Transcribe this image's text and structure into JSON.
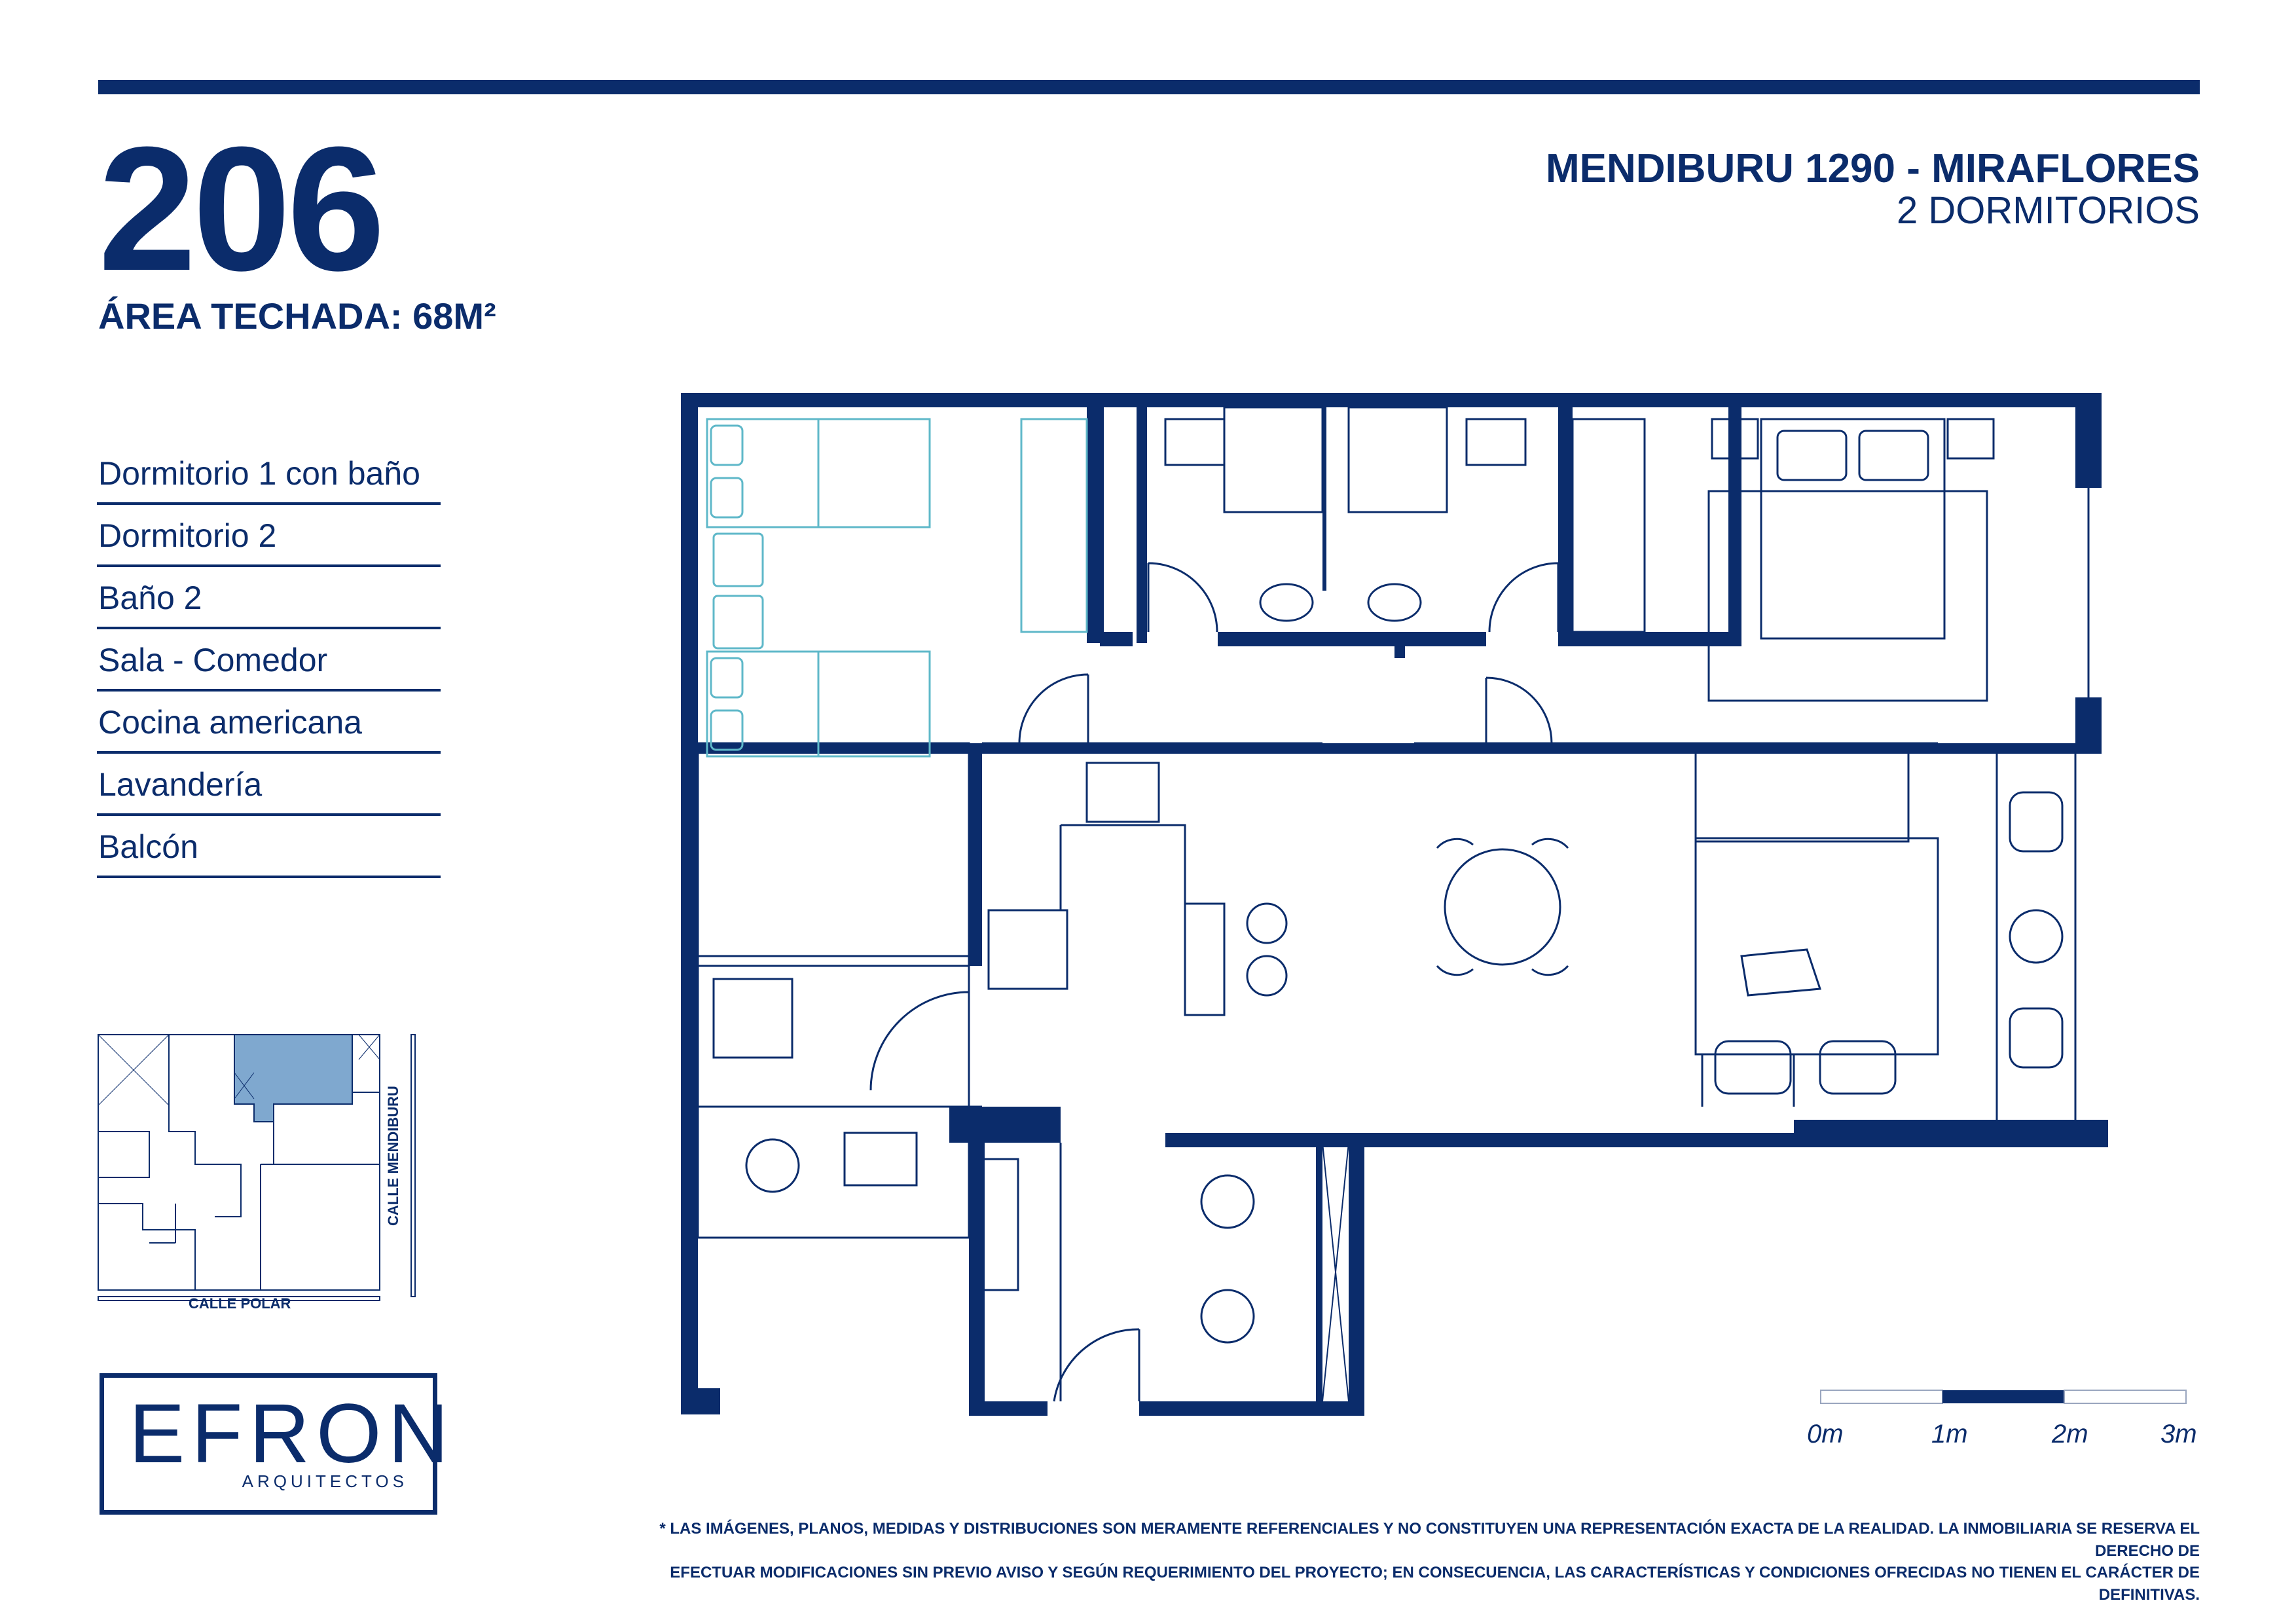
{
  "header": {
    "unit_number": "206",
    "area_label": "ÁREA TECHADA: 68M²",
    "project_address": "MENDIBURU 1290 - MIRAFLORES",
    "project_type": "2 DORMITORIOS"
  },
  "rooms": [
    "Dormitorio 1 con baño",
    "Dormitorio 2",
    "Baño 2",
    "Sala - Comedor",
    "Cocina americana",
    "Lavandería",
    "Balcón"
  ],
  "location_map": {
    "street_bottom": "CALLE POLAR",
    "street_right": "CALLE MENDIBURU"
  },
  "logo": {
    "name": "EFRON",
    "subtitle": "ARQUITECTOS"
  },
  "scale": {
    "labels": [
      "0m",
      "1m",
      "2m",
      "3m"
    ]
  },
  "disclaimer": {
    "line1": "* LAS IMÁGENES, PLANOS, MEDIDAS Y DISTRIBUCIONES SON MERAMENTE REFERENCIALES Y NO CONSTITUYEN UNA REPRESENTACIÓN EXACTA DE LA REALIDAD. LA INMOBILIARIA SE RESERVA EL DERECHO DE",
    "line2": "EFECTUAR MODIFICACIONES SIN PREVIO AVISO Y SEGÚN REQUERIMIENTO DEL PROYECTO; EN CONSECUENCIA, LAS CARACTERÍSTICAS Y CONDICIONES OFRECIDAS NO TIENEN EL CARÁCTER DE DEFINITIVAS."
  },
  "colors": {
    "brand_navy": "#0b2c6b",
    "furniture_teal": "#5fb8c9",
    "highlight_blue": "#7fa8cf"
  }
}
